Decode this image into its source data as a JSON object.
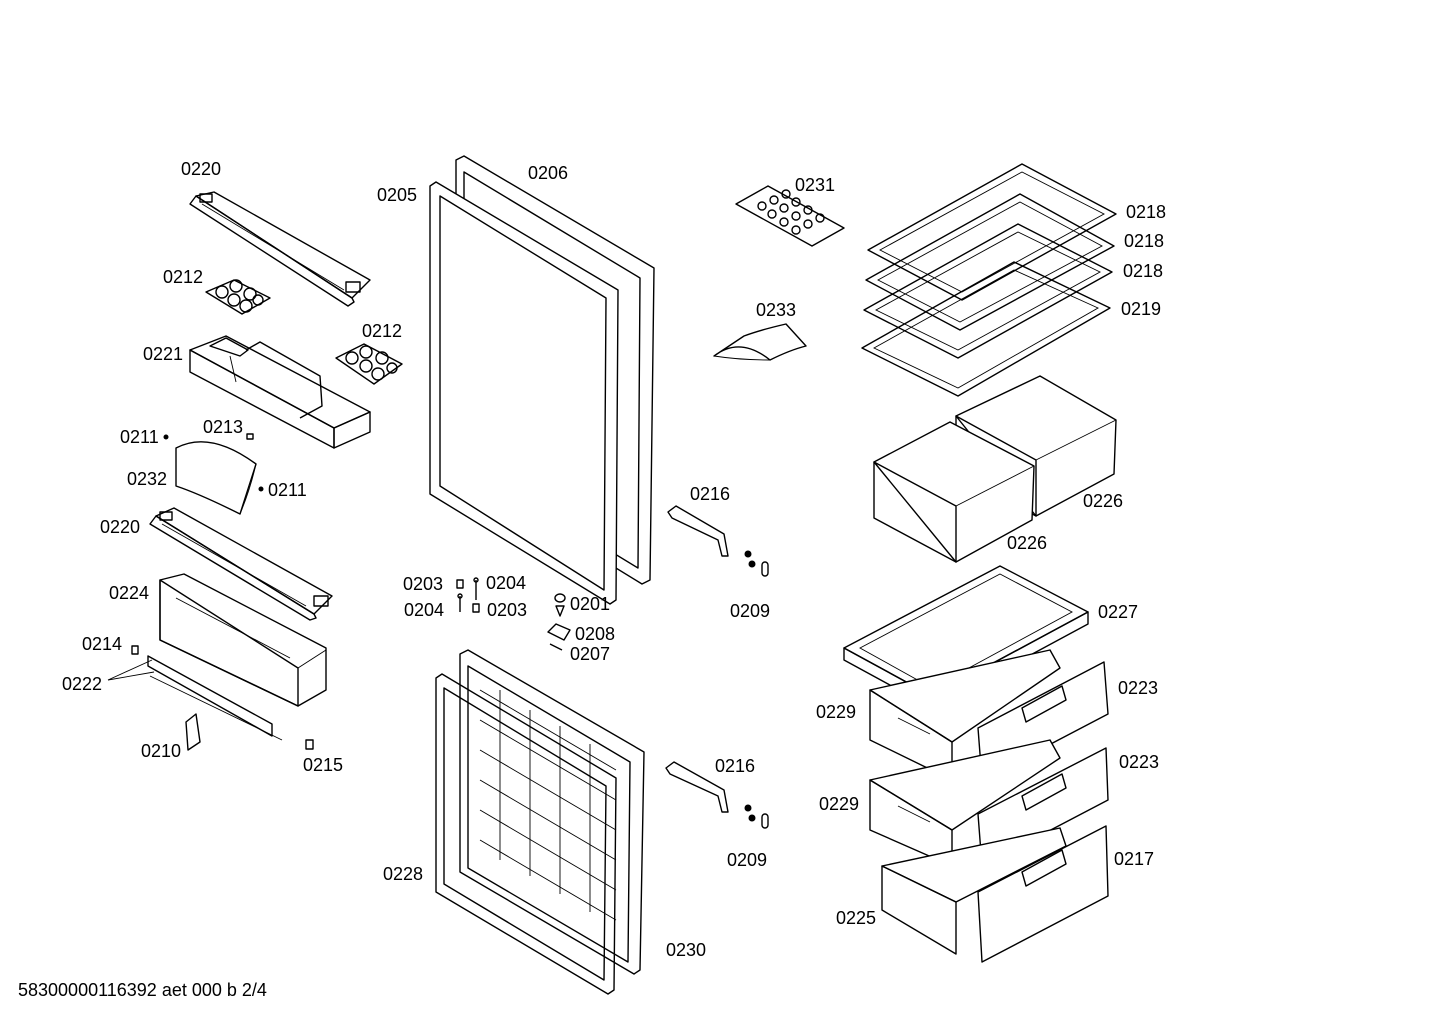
{
  "diagram": {
    "labels": [
      "0220",
      "0212",
      "0221",
      "0212",
      "0211",
      "0213",
      "0232",
      "0211",
      "0220",
      "0224",
      "0214",
      "0222",
      "0210",
      "0215",
      "0206",
      "0205",
      "0203",
      "0204",
      "0204",
      "0203",
      "0201",
      "0208",
      "0207",
      "0216",
      "0209",
      "0228",
      "0230",
      "0216",
      "0209",
      "0231",
      "0233",
      "0218",
      "0218",
      "0218",
      "0219",
      "0226",
      "0226",
      "0227",
      "0229",
      "0223",
      "0229",
      "0223",
      "0217",
      "0225"
    ]
  },
  "footer": {
    "code": "58300000116392 aet 000 b 2/4"
  }
}
